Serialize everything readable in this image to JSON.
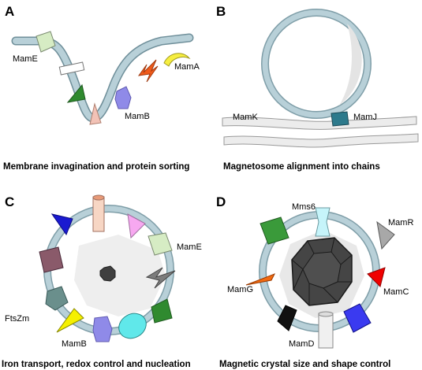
{
  "panels": {
    "a": {
      "label": "A",
      "caption": "Membrane invagination and protein sorting",
      "proteins": {
        "mame": "MamE",
        "mama": "MamA",
        "mamb": "MamB"
      }
    },
    "b": {
      "label": "B",
      "caption": "Magnetosome alignment into chains",
      "proteins": {
        "mamk": "MamK",
        "mamj": "MamJ"
      }
    },
    "c": {
      "label": "C",
      "caption": "Iron transport, redox control and nucleation",
      "proteins": {
        "mame": "MamE",
        "ftszm": "FtsZm",
        "mamb": "MamB"
      }
    },
    "d": {
      "label": "D",
      "caption": "Magnetic crystal size and shape control",
      "proteins": {
        "mms6": "Mms6",
        "mamr": "MamR",
        "mamg": "MamG",
        "mamc": "MamC",
        "mamd": "MamD"
      }
    }
  },
  "colors": {
    "membrane": "#a9c6d0",
    "membrane_edge": "#6f8f9a",
    "shadow": "#e6e6e6",
    "crystal": "#454545"
  }
}
